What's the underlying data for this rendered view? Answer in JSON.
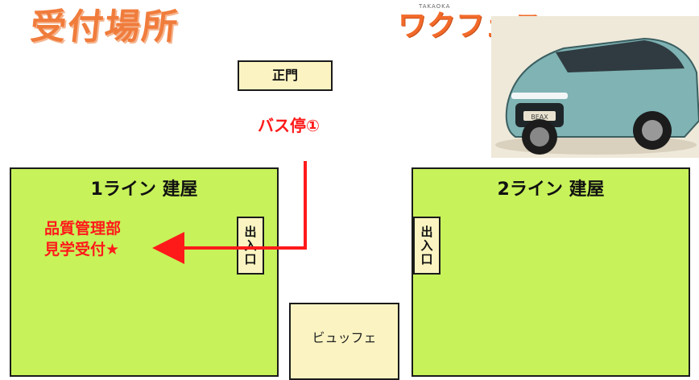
{
  "title": "受付場所",
  "logo": {
    "small": "TAKAOKA",
    "main": "ワクフェス"
  },
  "car": {
    "badge": "BEAX"
  },
  "gate": "正門",
  "bus_stop": "バス停①",
  "buildings": [
    {
      "name": "1ライン 建屋"
    },
    {
      "name": "2ライン 建屋"
    }
  ],
  "entrance": {
    "char1": "出",
    "char2": "入",
    "char3": "口"
  },
  "reception": {
    "line1": "品質管理部",
    "line2": "見学受付★"
  },
  "buffet": "ビュッフェ",
  "colors": {
    "building": "#c7f25a",
    "box": "#fbf4c2",
    "route": "#ff1a1a",
    "title": "#f07c3c"
  }
}
